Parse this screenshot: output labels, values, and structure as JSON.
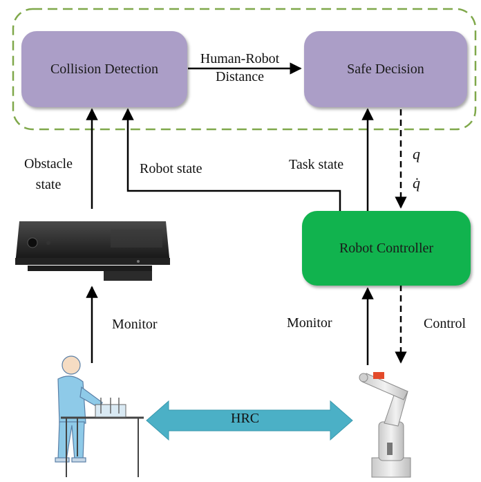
{
  "nodes": {
    "collision_detection": "Collision Detection",
    "safe_decision": "Safe Decision",
    "robot_controller": "Robot Controller"
  },
  "edges": {
    "distance_line1": "Human-Robot",
    "distance_line2": "Distance",
    "obstacle_line1": "Obstacle",
    "obstacle_line2": "state",
    "robot_state": "Robot state",
    "task_state": "Task state",
    "q": "q",
    "q_dot": "q̇",
    "monitor_left": "Monitor",
    "monitor_right": "Monitor",
    "control": "Control",
    "hrc": "HRC"
  },
  "colors": {
    "purple_box": "#ab9ec7",
    "green_box": "#11b34e",
    "dashed_border": "#7fa84a",
    "hrc_arrow": "#4bb0c6"
  }
}
